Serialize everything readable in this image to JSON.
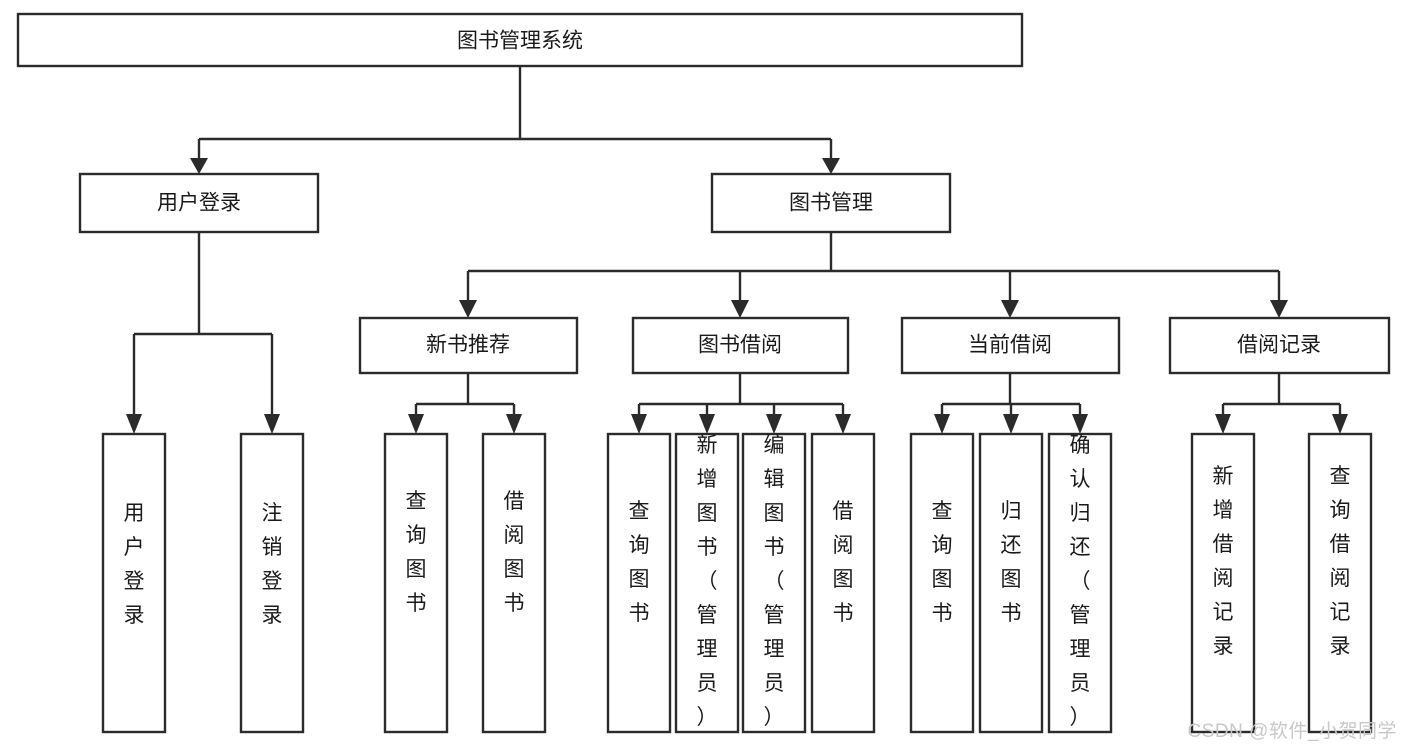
{
  "diagram": {
    "type": "tree-hierarchy-chart",
    "title": "图书管理系统",
    "orientation": "top-down",
    "background_color": "#ffffff",
    "line_color": "#2b2b2b",
    "box_fill": "#ffffff",
    "text_color": "#1a1a1a"
  },
  "root": {
    "label": "图书管理系统"
  },
  "level2": [
    {
      "label": "用户登录"
    },
    {
      "label": "图书管理"
    }
  ],
  "level3": [
    {
      "label": "新书推荐"
    },
    {
      "label": "图书借阅"
    },
    {
      "label": "当前借阅"
    },
    {
      "label": "借阅记录"
    }
  ],
  "leaves": {
    "user_login": [
      {
        "label": "用户登录"
      },
      {
        "label": "注销登录"
      }
    ],
    "new_book_recommend": [
      {
        "label": "查询图书"
      },
      {
        "label": "借阅图书"
      }
    ],
    "book_borrow": [
      {
        "label": "查询图书"
      },
      {
        "label": "新增图书（管理员）"
      },
      {
        "label": "编辑图书（管理员）"
      },
      {
        "label": "借阅图书"
      }
    ],
    "current_borrow": [
      {
        "label": "查询图书"
      },
      {
        "label": "归还图书"
      },
      {
        "label": "确认归还（管理员）"
      }
    ],
    "borrow_record": [
      {
        "label": "新增借阅记录"
      },
      {
        "label": "查询借阅记录"
      }
    ]
  },
  "watermark": {
    "text": "CSDN @软件_小贺同学"
  }
}
